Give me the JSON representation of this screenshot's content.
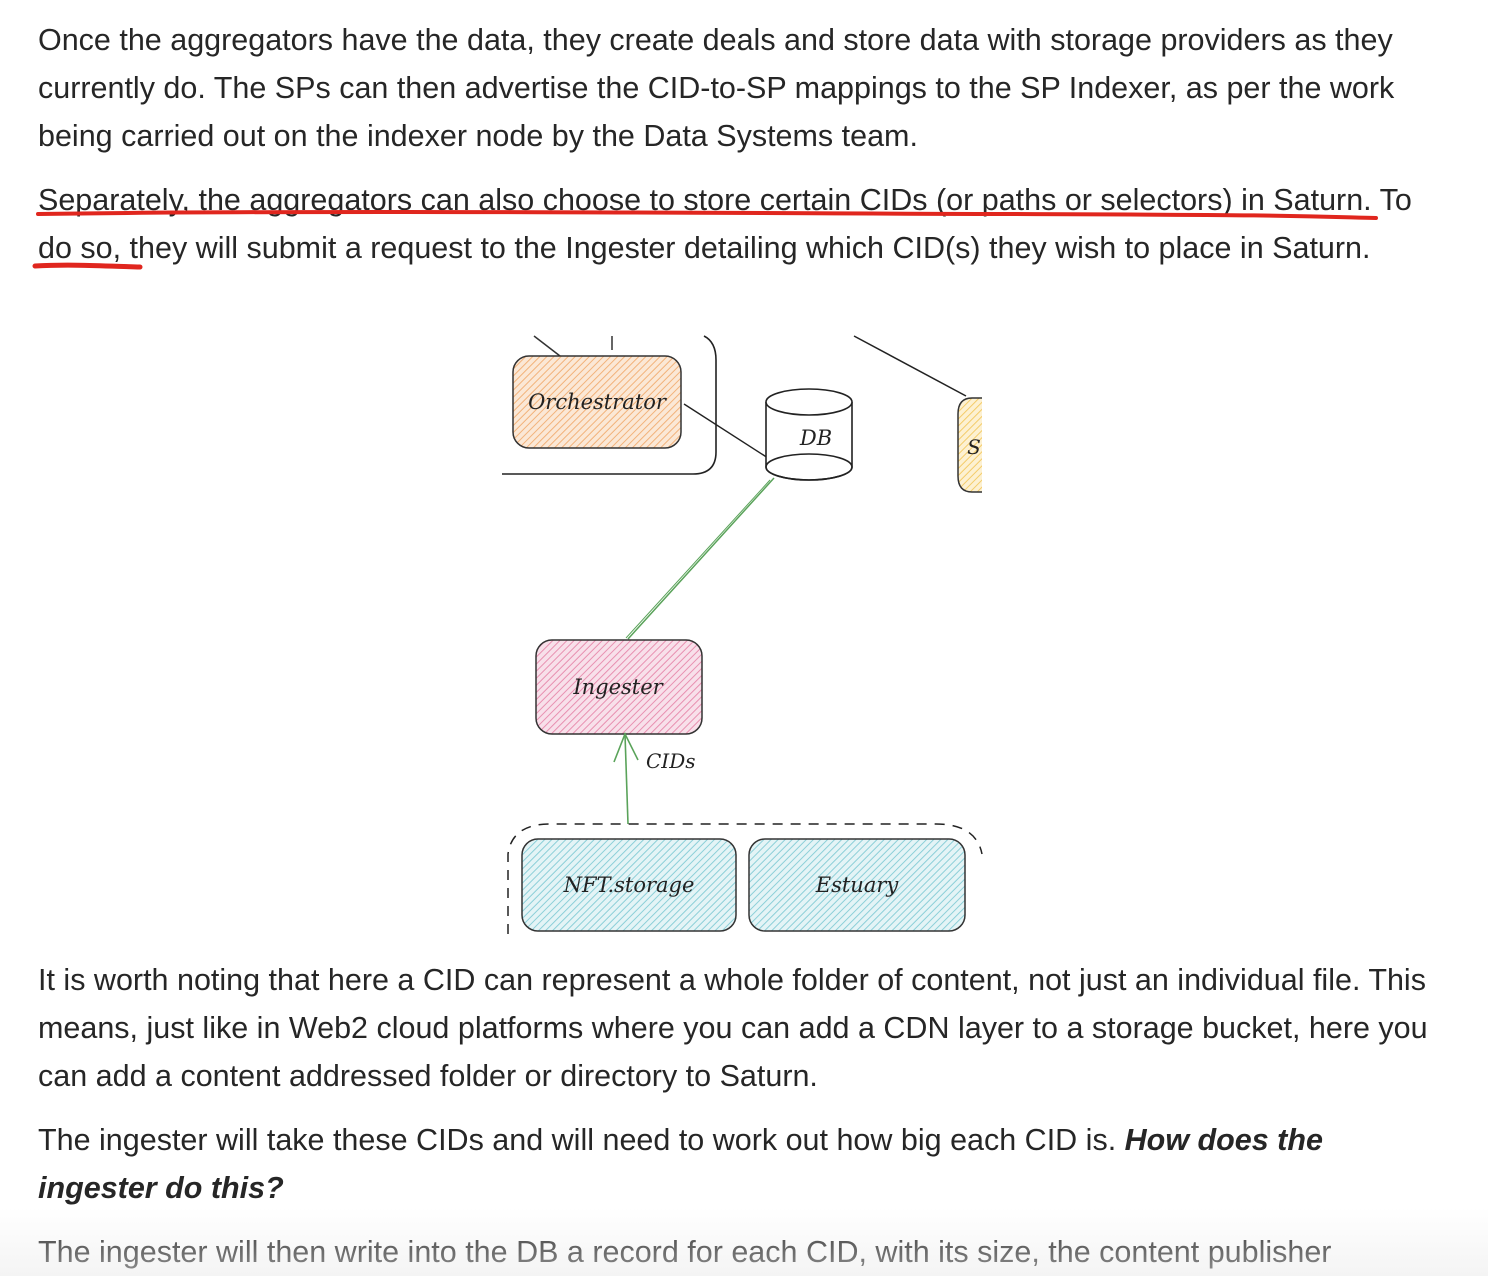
{
  "paragraphs": {
    "p1": "Once the aggregators have the data, they create deals and store data with storage providers as they currently do. The SPs can then advertise the CID-to-SP mappings to the SP Indexer, as per the work being carried out on the indexer node by the Data Systems team.",
    "p2_highlight": "Separately, the aggregators can also choose to store certain CIDs (or paths or selectors) in Saturn.",
    "p2_rest": " To do so, they will submit a request to the Ingester detailing which CID(s) they wish to place in Saturn.",
    "p3": "It is worth noting that here a CID can represent a whole folder of content, not just an individual file. This means, just like in Web2 cloud platforms where you can add a CDN layer to a storage bucket, here you can add a content addressed folder or directory to Saturn.",
    "p4_plain": "The ingester will take these CIDs and will need to work out how big each CID is. ",
    "p4_emphasis": "How does the ingester do this?",
    "p5": "The ingester will then write into the DB a record for each CID, with its size, the content publisher"
  },
  "diagram": {
    "orchestrator_label": "Orchestrator",
    "db_label": "DB",
    "partial_label": "S",
    "ingester_label": "Ingester",
    "arrow_label": "CIDs",
    "nft_storage_label": "NFT.storage",
    "estuary_label": "Estuary"
  },
  "colors": {
    "text": "#262626",
    "annotation_red": "#e0261e",
    "orchestrator_fill": "#f2b27a",
    "ingester_fill": "#e890b0",
    "storage_fill": "#8ccfd8",
    "partial_fill": "#f4cc6a",
    "connector_green": "#5aa35a"
  }
}
